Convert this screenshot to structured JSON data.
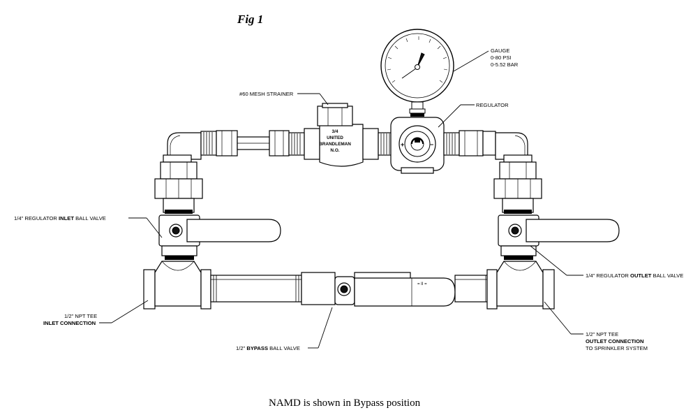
{
  "figure": {
    "title": "Fig 1",
    "caption": "NAMD is shown in Bypass position"
  },
  "strainer": {
    "stamp_lines": [
      "3/4",
      "UNITED",
      "BRANDLEMAN",
      "N.O."
    ]
  },
  "labels": {
    "mesh_strainer": "#60 MESH STRAINER",
    "gauge": {
      "line1": "GAUGE",
      "line2": "0-80 PSI",
      "line3": "0-5.52 BAR"
    },
    "regulator": "REGULATOR",
    "inlet_ball_valve": {
      "pre": "1/4\" REGULATOR ",
      "bold": "INLET",
      "post": " BALL VALVE"
    },
    "outlet_ball_valve": {
      "pre": "1/4\" REGULATOR ",
      "bold": "OUTLET",
      "post": " BALL VALVE"
    },
    "inlet_tee": {
      "line1": "1/2\" NPT TEE",
      "line2": "INLET CONNECTION"
    },
    "bypass_valve": {
      "pre": "1/2\" ",
      "bold": "BYPASS",
      "post": " BALL VALVE"
    },
    "outlet_tee": {
      "line1": "1/2\" NPT TEE",
      "line2": "OUTLET CONNECTION",
      "line3": "TO SPRINKLER SYSTEM"
    }
  }
}
